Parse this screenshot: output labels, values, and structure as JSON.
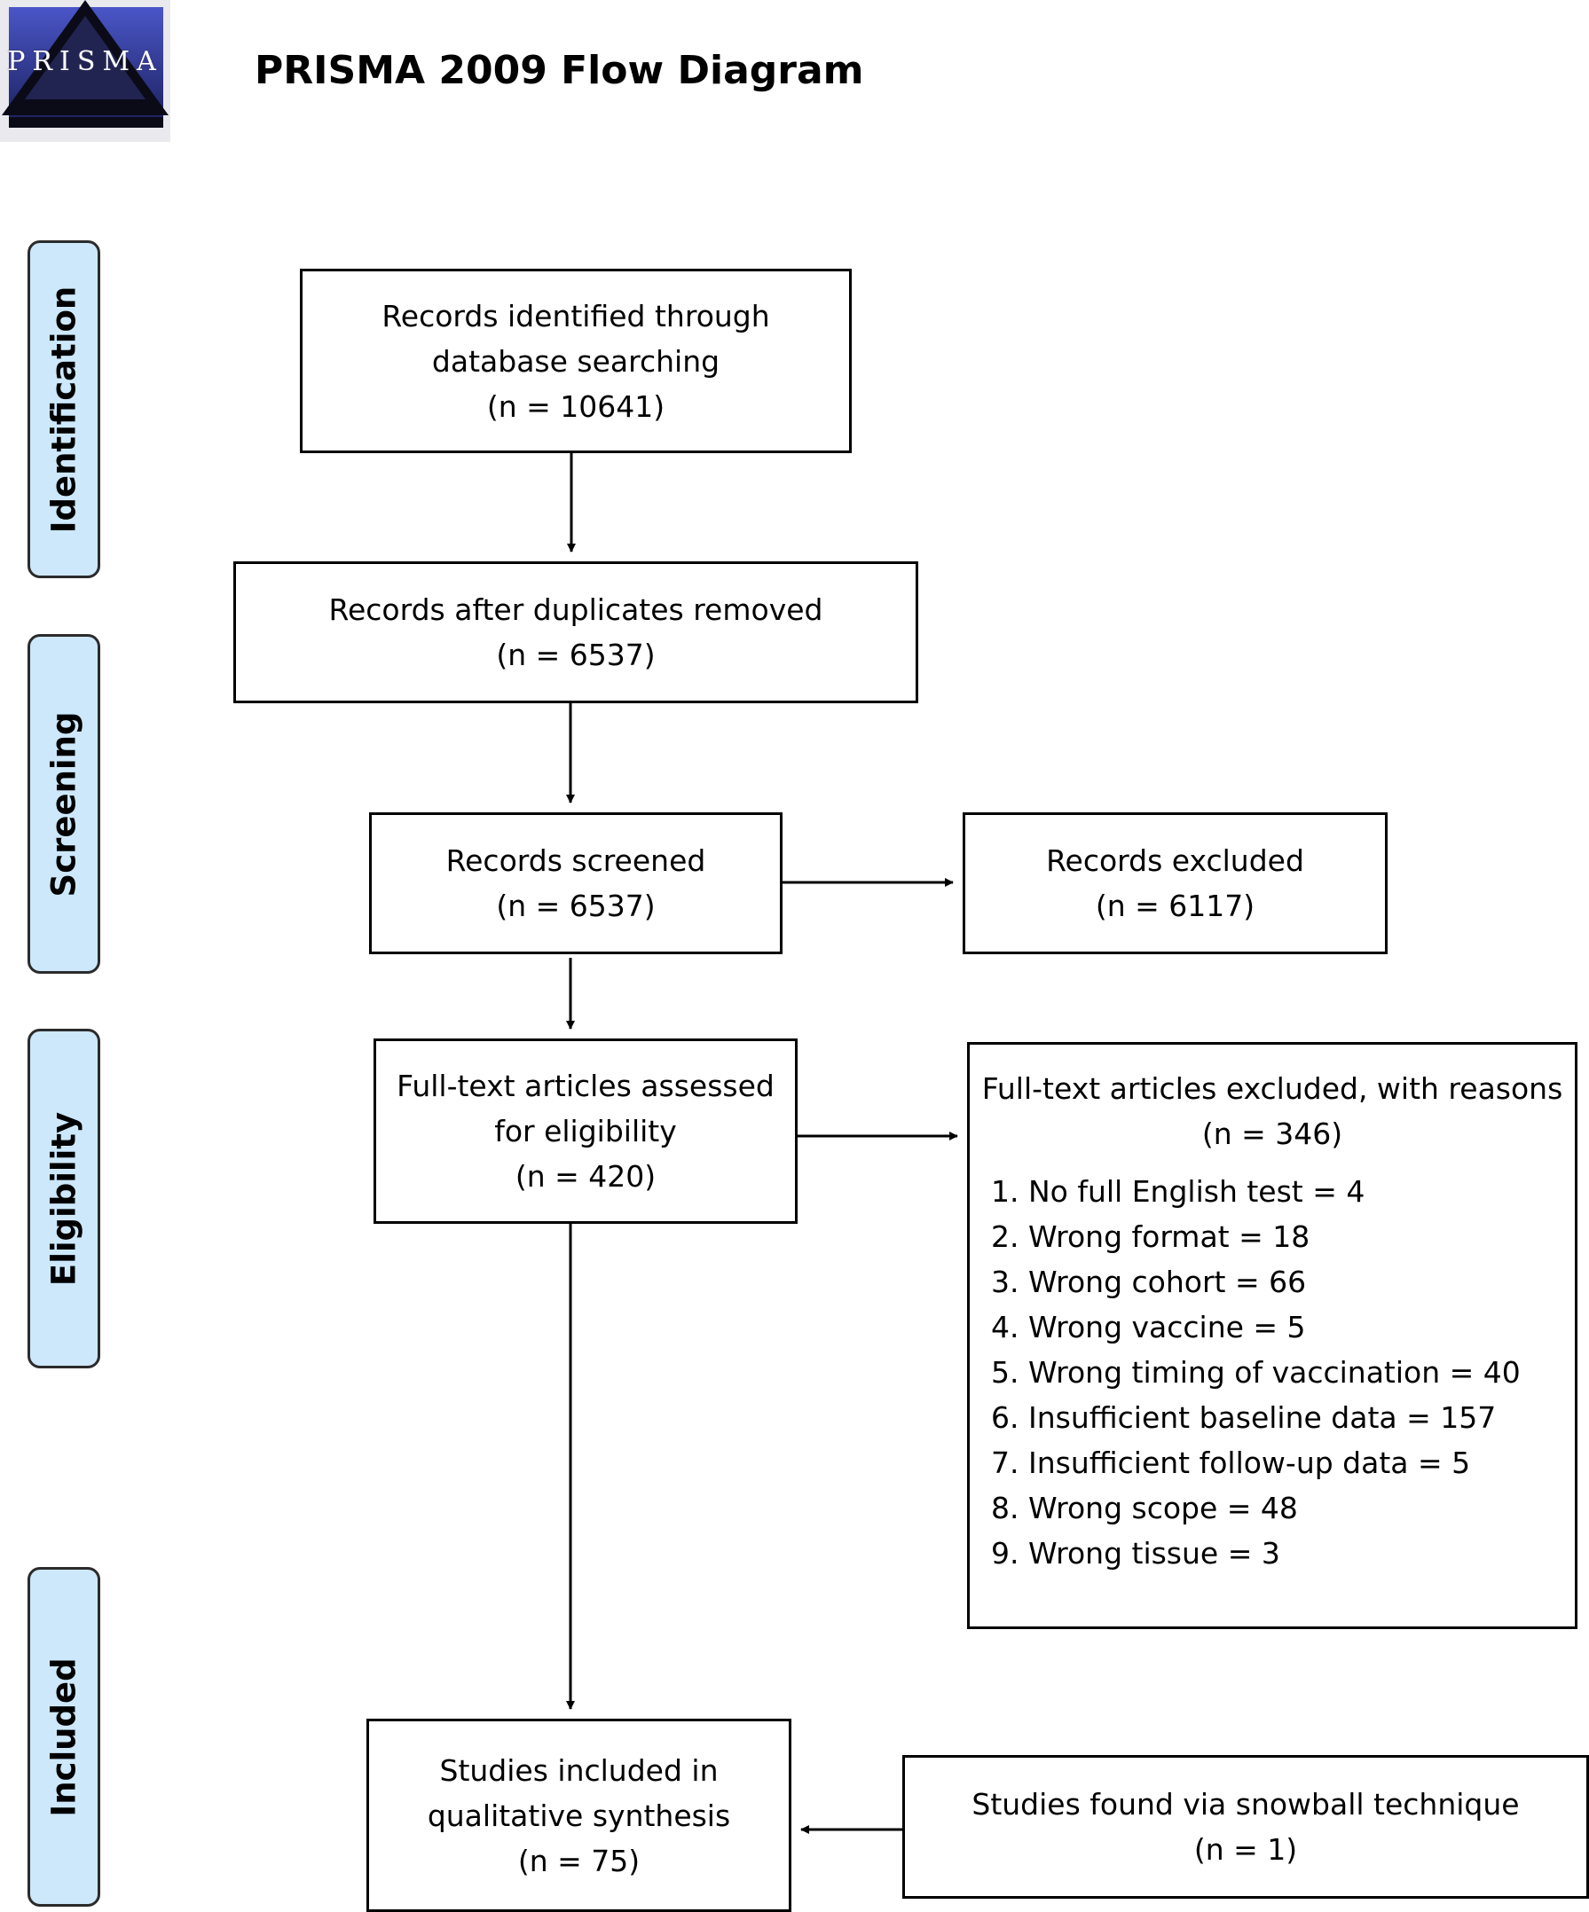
{
  "logo": {
    "text": "PRISMA"
  },
  "title": "PRISMA 2009 Flow Diagram",
  "phases": {
    "identification": "Identification",
    "screening": "Screening",
    "eligibility": "Eligibility",
    "included": "Included"
  },
  "boxes": {
    "identified": {
      "line1": "Records identified through",
      "line2": "database searching",
      "count": "(n = 10641)"
    },
    "after_duplicates": {
      "line1": "Records after duplicates removed",
      "count": "(n = 6537)"
    },
    "screened": {
      "line1": "Records screened",
      "count": "(n = 6537)"
    },
    "excluded": {
      "line1": "Records excluded",
      "count": "(n = 6117)"
    },
    "full_text": {
      "line1": "Full-text articles assessed",
      "line2": "for eligibility",
      "count": "(n = 420)"
    },
    "full_text_excluded": {
      "line1": "Full-text articles excluded, with reasons",
      "count": "(n = 346)",
      "reasons": [
        "1. No full English test = 4",
        "2. Wrong format = 18",
        "3. Wrong cohort = 66",
        "4. Wrong vaccine = 5",
        "5. Wrong timing of vaccination = 40",
        "6. Insufficient baseline data = 157",
        "7. Insufficient follow-up data = 5",
        "8. Wrong scope = 48",
        "9. Wrong tissue = 3"
      ]
    },
    "included": {
      "line1": "Studies included in",
      "line2": "qualitative synthesis",
      "count": "(n = 75)"
    },
    "snowball": {
      "line1": "Studies found via snowball technique",
      "count": "(n = 1)"
    }
  }
}
